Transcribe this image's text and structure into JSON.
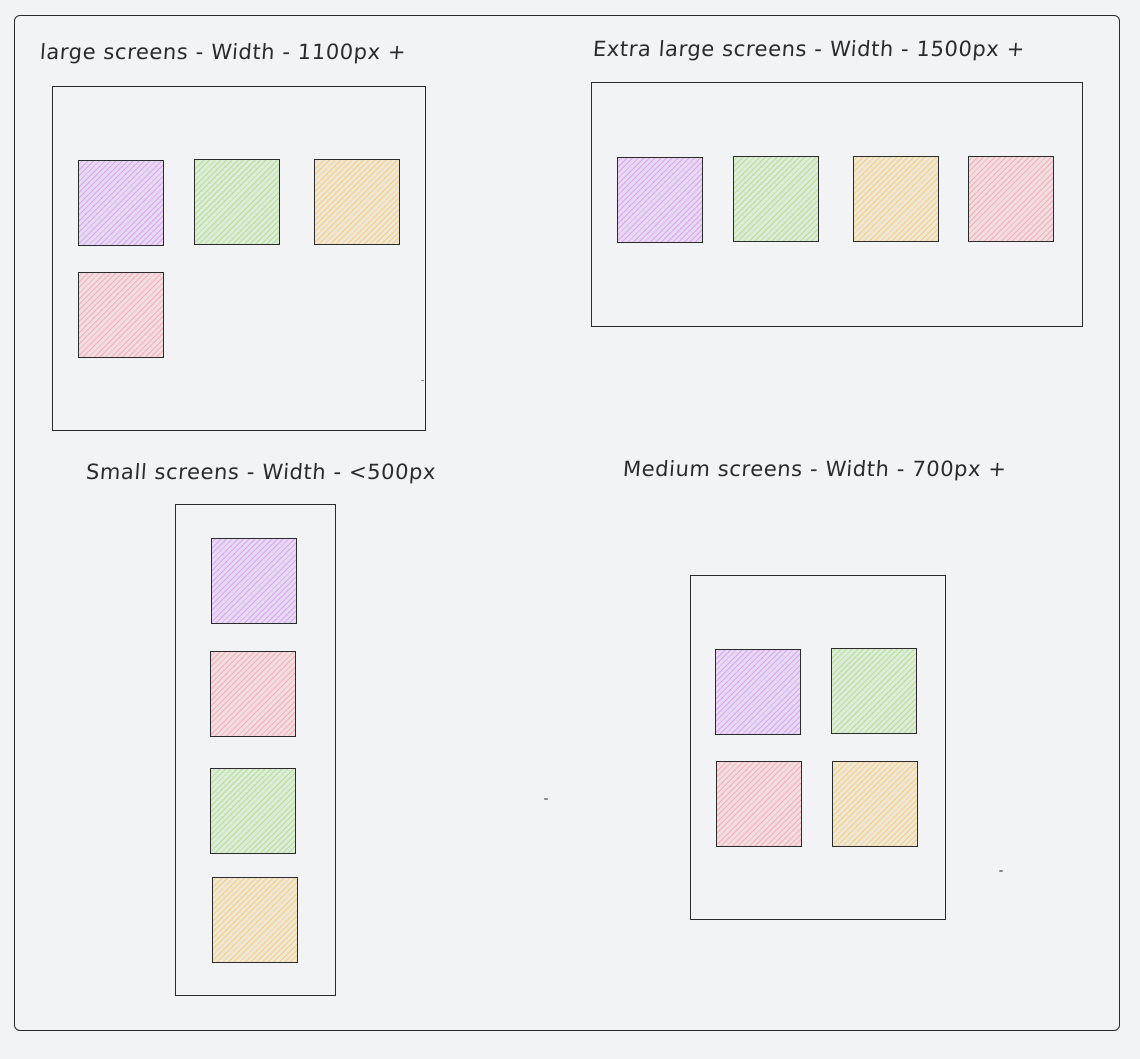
{
  "colors": {
    "background": "#f1f3f5",
    "stroke": "#2b2b2b",
    "purple": "#d7a6f0",
    "green": "#b7dd9a",
    "yellow": "#f0d08c",
    "pink": "#f2aeb8"
  },
  "sections": {
    "large": {
      "label": "large screens - Width - 1100px +",
      "cards": [
        "purple",
        "green",
        "yellow",
        "pink"
      ]
    },
    "xlarge": {
      "label": "Extra large screens - Width - 1500px +",
      "cards": [
        "purple",
        "green",
        "yellow",
        "pink"
      ]
    },
    "small": {
      "label": "Small screens - Width - <500px",
      "cards": [
        "purple",
        "pink",
        "green",
        "yellow"
      ]
    },
    "medium": {
      "label": "Medium screens - Width - 700px +",
      "cards": [
        "purple",
        "green",
        "pink",
        "yellow"
      ]
    }
  }
}
